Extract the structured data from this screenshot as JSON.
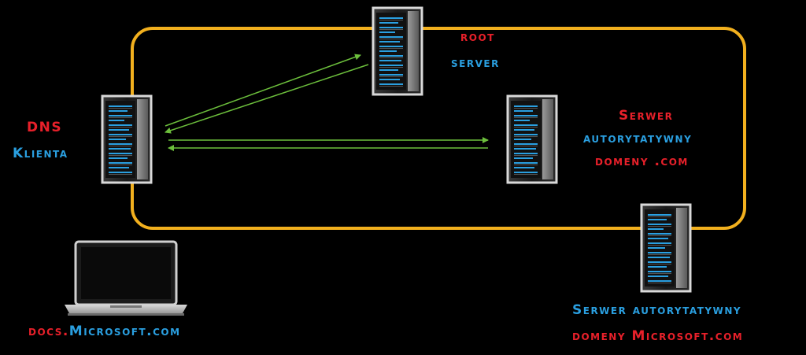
{
  "colors": {
    "background": "#000000",
    "boundary": "#f2b01e",
    "arrow": "#6cbf3c",
    "label_red": "#e8202a",
    "label_blue": "#2a9fe0",
    "server_led": "#2a9fe0"
  },
  "icons": {
    "server": "server-rack-icon",
    "laptop": "laptop-icon"
  },
  "labels": {
    "client_line1": "DNS",
    "client_line2": "Klienta",
    "root_line1": "root",
    "root_line2": "server",
    "com_line1": "Serwer",
    "com_line2": "autorytatywny",
    "com_line3": "domeny .com",
    "ms_line1": "Serwer autorytatywny",
    "ms_line2": "domeny Microsoft.com",
    "laptop_part1": "docs.",
    "laptop_part2": "Microsoft.com"
  }
}
